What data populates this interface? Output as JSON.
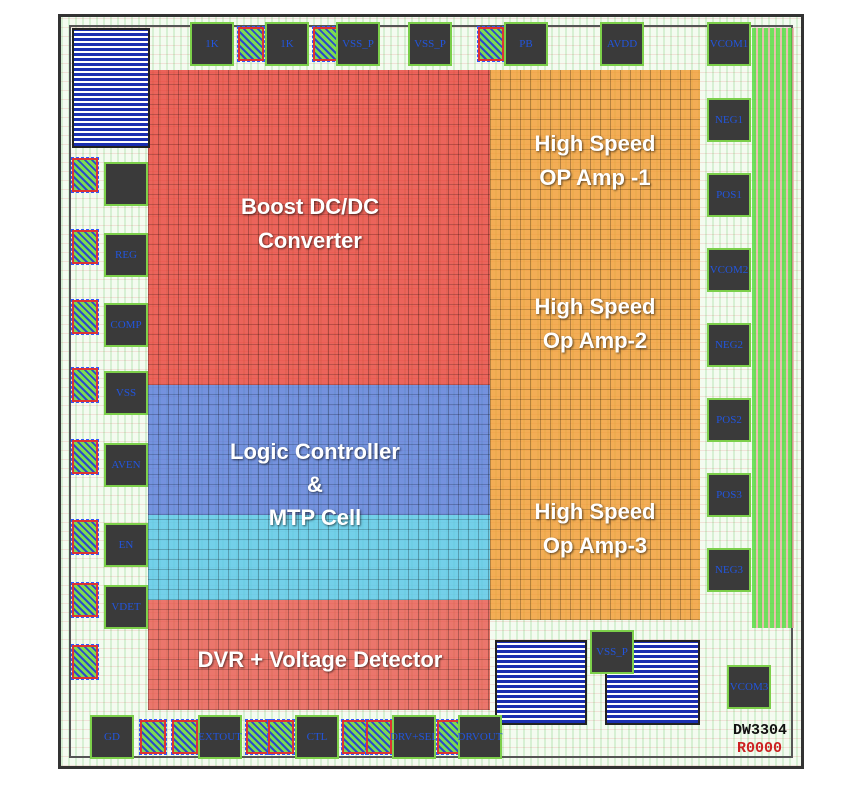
{
  "blocks": {
    "boost": "Boost DC/DC\nConverter",
    "op1": "High Speed\nOP Amp -1",
    "op2": "High Speed\nOp Amp-2",
    "op3": "High Speed\nOp Amp-3",
    "logic": "Logic Controller\n&\nMTP Cell",
    "dvr": "DVR + Voltage Detector"
  },
  "colors": {
    "boost": "#e8322a",
    "opamp": "#f29a2e",
    "logic": "#4a6fd8",
    "mtp": "#5cc8e8",
    "dvr": "#e84a40"
  },
  "pads": {
    "top": [
      "1K",
      "1K",
      "VSS_P",
      "VSS_P",
      "PB",
      "AVDD",
      "VCOM1"
    ],
    "left": [
      "",
      "REG",
      "COMP",
      "VSS",
      "AVEN",
      "EN",
      "VDET"
    ],
    "bottom": [
      "GD",
      "EXTOUT",
      "CTL",
      "DRV+SEL",
      "DRVOUT"
    ],
    "right": [
      "NEG1",
      "POS1",
      "VCOM2",
      "NEG2",
      "POS2",
      "POS3",
      "NEG3",
      "VCOM3"
    ],
    "center": "VSS_P"
  },
  "marking": {
    "line1": "DW3304",
    "line2": "R0000"
  }
}
